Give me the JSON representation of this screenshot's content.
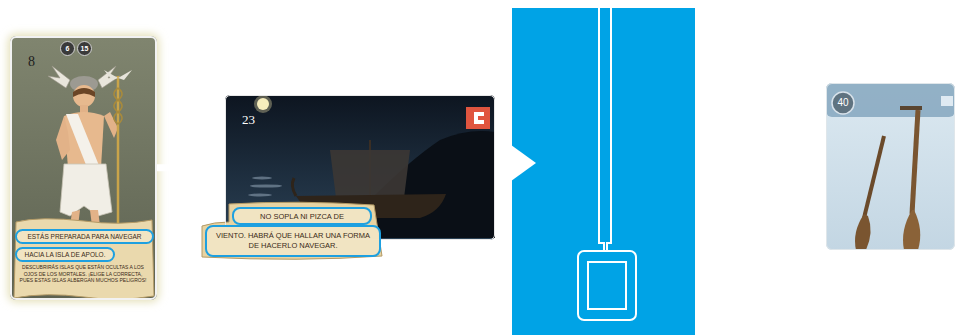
{
  "diagram": {
    "nodes": [
      {
        "text": [
          "8"
        ]
      },
      {
        "text": [
          "6"
        ],
        "in": 0
      },
      {
        "text": [
          "15"
        ],
        "in": 0
      },
      {
        "text": [
          "ESTÁS PREPARADA PARA NAVEGAR"
        ],
        "in": 0
      },
      {
        "text": [
          "HACIA LA ISLA DE APOLO."
        ],
        "in": 0
      },
      {
        "text": [
          "23"
        ]
      },
      {
        "text": [
          "NO SOPLA NI PIZCA DE"
        ],
        "in": 5
      },
      {
        "text": [
          "VIENTO. HABRÁ QUE HALLAR UNA FORMA DE HACERLO NAVEGAR."
        ],
        "in": 5
      },
      {
        "text": [
          "40"
        ]
      }
    ],
    "edges": [
      {
        "from": 0,
        "to": 5,
        "arrow": "none"
      }
    ],
    "labels": [
      "DESCUBRIRÁS ISLAS QUE ESTÁN OCULTAS A LOS OJOS DE LOS MORTALES. ¡ELIGE LA CORRECTA, PUES ESTAS ISLAS ALBERGAN MUCHOS PELIGROS!"
    ]
  }
}
